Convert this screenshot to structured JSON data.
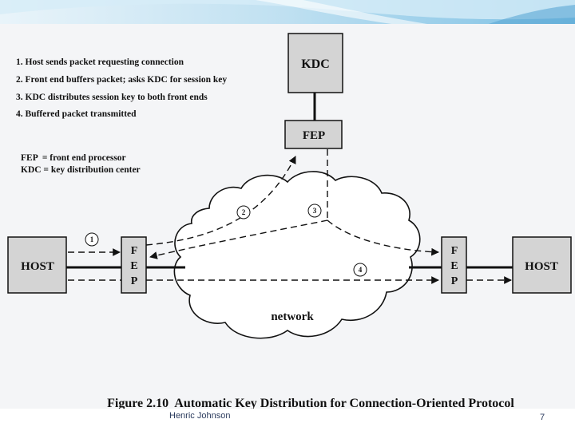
{
  "steps": [
    "1. Host sends packet requesting connection",
    "2. Front end buffers packet; asks KDC for session key",
    "3. KDC distributes session key to both front ends",
    "4. Buffered packet transmitted"
  ],
  "legend": [
    "FEP  = front end processor",
    "KDC = key distribution center"
  ],
  "nodes": {
    "kdc": "KDC",
    "fep_top": "FEP",
    "host_left": "HOST",
    "host_right": "HOST",
    "fep_letters": [
      "F",
      "E",
      "P"
    ],
    "network": "network"
  },
  "markers": [
    "1",
    "2",
    "3",
    "4"
  ],
  "caption": "Figure 2.10  Automatic Key Distribution for Connection-Oriented Protocol",
  "footer": {
    "author": "Henric Johnson",
    "page": "7"
  },
  "colors": {
    "box_fill": "#d4d4d4",
    "stroke": "#111111",
    "banner_blue": "#6fb1d8",
    "background": "#f4f5f7"
  }
}
